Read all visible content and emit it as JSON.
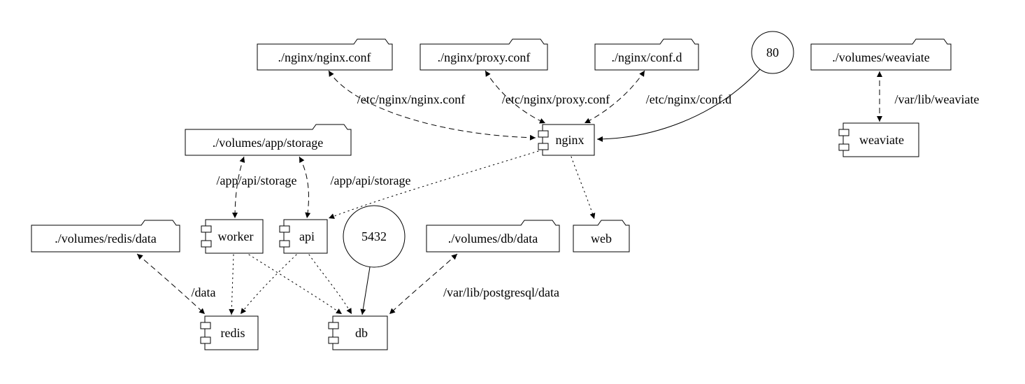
{
  "diagram": {
    "type": "docker-compose-graph",
    "nodes": {
      "nginx_conf": {
        "label": "./nginx/nginx.conf",
        "shape": "folder"
      },
      "proxy_conf": {
        "label": "./nginx/proxy.conf",
        "shape": "folder"
      },
      "conf_d": {
        "label": "./nginx/conf.d",
        "shape": "folder"
      },
      "port_80": {
        "label": "80",
        "shape": "circle"
      },
      "weaviate_volume": {
        "label": "./volumes/weaviate",
        "shape": "folder"
      },
      "app_storage_volume": {
        "label": "./volumes/app/storage",
        "shape": "folder"
      },
      "nginx": {
        "label": "nginx",
        "shape": "component"
      },
      "weaviate": {
        "label": "weaviate",
        "shape": "component"
      },
      "redis_volume": {
        "label": "./volumes/redis/data",
        "shape": "folder"
      },
      "worker": {
        "label": "worker",
        "shape": "component"
      },
      "api": {
        "label": "api",
        "shape": "component"
      },
      "port_5432": {
        "label": "5432",
        "shape": "circle"
      },
      "db_volume": {
        "label": "./volumes/db/data",
        "shape": "folder"
      },
      "web": {
        "label": "web",
        "shape": "folder"
      },
      "redis": {
        "label": "redis",
        "shape": "component"
      },
      "db": {
        "label": "db",
        "shape": "component"
      }
    },
    "edges": [
      {
        "from": "nginx_conf",
        "to": "nginx",
        "style": "dashed",
        "bidirectional": true,
        "label": "/etc/nginx/nginx.conf"
      },
      {
        "from": "proxy_conf",
        "to": "nginx",
        "style": "dashed",
        "bidirectional": true,
        "label": "/etc/nginx/proxy.conf"
      },
      {
        "from": "conf_d",
        "to": "nginx",
        "style": "dashed",
        "bidirectional": true,
        "label": "/etc/nginx/conf.d"
      },
      {
        "from": "port_80",
        "to": "nginx",
        "style": "solid",
        "bidirectional": false,
        "label": ""
      },
      {
        "from": "weaviate_volume",
        "to": "weaviate",
        "style": "dashed",
        "bidirectional": true,
        "label": "/var/lib/weaviate"
      },
      {
        "from": "app_storage_volume",
        "to": "worker",
        "style": "dashed",
        "bidirectional": true,
        "label": "/app/api/storage"
      },
      {
        "from": "app_storage_volume",
        "to": "api",
        "style": "dashed",
        "bidirectional": true,
        "label": "/app/api/storage"
      },
      {
        "from": "nginx",
        "to": "api",
        "style": "dotted",
        "bidirectional": false,
        "label": ""
      },
      {
        "from": "nginx",
        "to": "web",
        "style": "dotted",
        "bidirectional": false,
        "label": ""
      },
      {
        "from": "worker",
        "to": "redis",
        "style": "dotted",
        "bidirectional": false,
        "label": ""
      },
      {
        "from": "worker",
        "to": "db",
        "style": "dotted",
        "bidirectional": false,
        "label": ""
      },
      {
        "from": "api",
        "to": "redis",
        "style": "dotted",
        "bidirectional": false,
        "label": ""
      },
      {
        "from": "api",
        "to": "db",
        "style": "dotted",
        "bidirectional": false,
        "label": ""
      },
      {
        "from": "redis_volume",
        "to": "redis",
        "style": "dashed",
        "bidirectional": true,
        "label": "/data"
      },
      {
        "from": "db_volume",
        "to": "db",
        "style": "dashed",
        "bidirectional": true,
        "label": "/var/lib/postgresql/data"
      },
      {
        "from": "port_5432",
        "to": "db",
        "style": "solid",
        "bidirectional": false,
        "label": ""
      }
    ]
  }
}
